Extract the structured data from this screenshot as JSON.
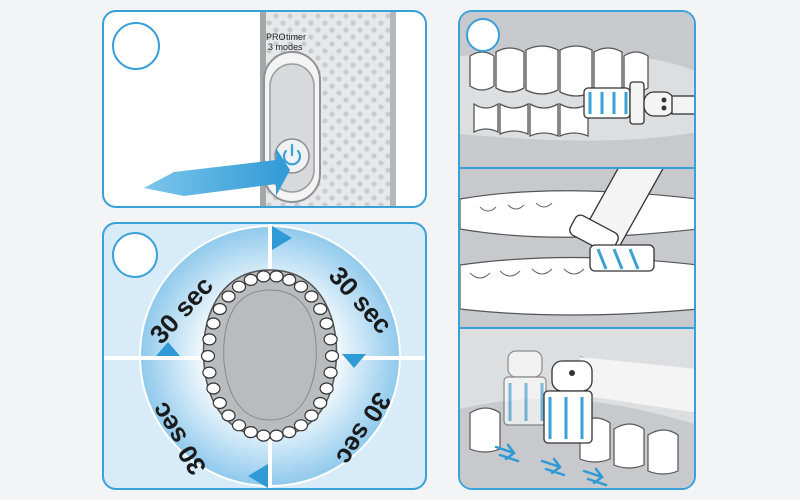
{
  "handle": {
    "brand": "PRO",
    "line1": "timer",
    "line2": "3 modes"
  },
  "quadrants": {
    "top_left": "30 sec",
    "top_right": "30 sec",
    "bottom_right": "30 sec",
    "bottom_left": "30 sec"
  },
  "colors": {
    "accent": "#3aa0d8",
    "arrow": "#2f9ad6",
    "gum": "#b9bcbf",
    "tooth": "#ffffff"
  },
  "icons": {
    "power": "power-icon",
    "push_arrow": "arrow-right-icon",
    "motion_arrows": "double-chevron-right-icon"
  }
}
